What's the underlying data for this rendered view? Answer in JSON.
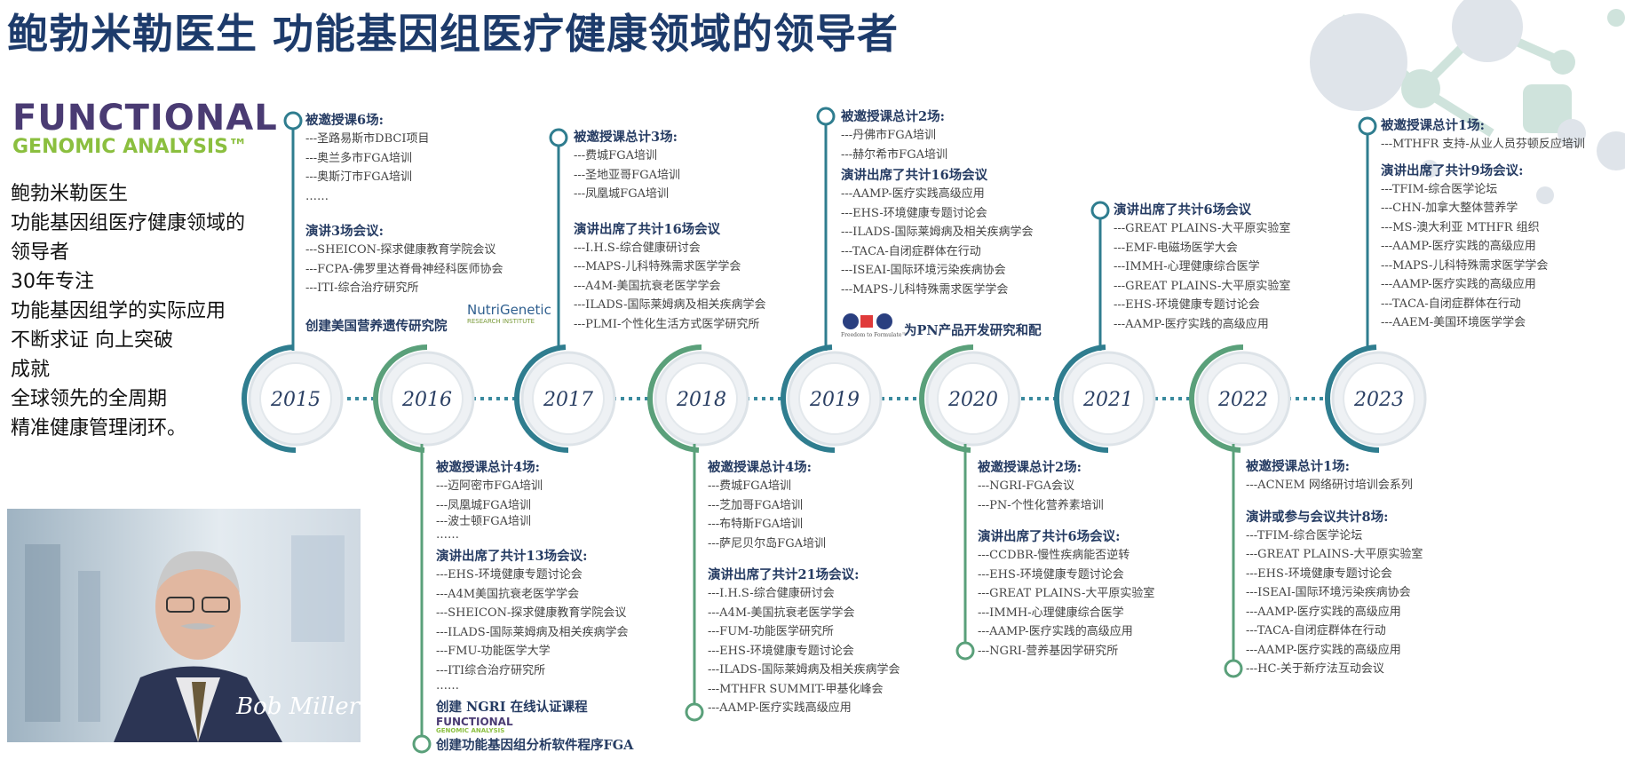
{
  "title": "鲍勃米勒医生 功能基因组医疗健康领域的领导者",
  "logo": {
    "line1": "FUNCTIONAL",
    "line2": "GENOMIC ANALYSIS™"
  },
  "intro": [
    "鲍勃米勒医生",
    "功能基因组医疗健康领域的",
    "领导者",
    "30年专注",
    "功能基因组学的实际应用",
    "不断求证 向上突破",
    "成就",
    "全球领先的全周期",
    "精准健康管理闭环。"
  ],
  "colors": {
    "navy": "#1d3b6b",
    "teal": "#2f7d8f",
    "green": "#5aa07a",
    "bubble": "#dfe4ea"
  },
  "years": [
    "2015",
    "2016",
    "2017",
    "2018",
    "2019",
    "2020",
    "2021",
    "2022",
    "2023"
  ],
  "y2015": {
    "h1": "被邀授课6场:",
    "i1": [
      "---圣路易斯市DBCI项目",
      "---奥兰多市FGA培训",
      "---奥斯汀市FGA培训",
      "……"
    ],
    "h2": "演讲3场会议:",
    "i2": [
      "---SHEICON-探求健康教育学院会议",
      "---FCPA-佛罗里达脊骨神经科医师协会",
      "---ITI-综合治疗研究所"
    ],
    "h3": "创建美国营养遗传研究院",
    "ngri_name": "NutriGenetic",
    "ngri_sub": "RESEARCH INSTITUTE"
  },
  "y2016": {
    "h1": "被邀授课总计4场:",
    "i1": [
      "---迈阿密市FGA培训",
      "---凤凰城FGA培训",
      "---波士顿FGA培训",
      "……"
    ],
    "h2": "演讲出席了共计13场会议:",
    "i2": [
      "---EHS-环境健康专题讨论会",
      "---A4M美国抗衰老医学学会",
      "---SHEICON-探求健康教育学院会议",
      "---ILADS-国际莱姆病及相关疾病学会",
      "---FMU-功能医学大学",
      "---ITI综合治疗研究所",
      "……"
    ],
    "h3": "创建 NGRI 在线认证课程",
    "h4": "创建功能基因组分析软件程序FGA",
    "logo1": "FUNCTIONAL",
    "logo2": "GENOMIC ANALYSIS"
  },
  "y2017": {
    "h1": "被邀授课总计3场:",
    "i1": [
      "---费城FGA培训",
      "---圣地亚哥FGA培训",
      "---凤凰城FGA培训"
    ],
    "h2": "演讲出席了共计16场会议",
    "i2": [
      "---I.H.S-综合健康研讨会",
      "---MAPS-儿科特殊需求医学学会",
      "---A4M-美国抗衰老医学学会",
      "---ILADS-国际莱姆病及相关疾病学会",
      "---PLMI-个性化生活方式医学研究所"
    ]
  },
  "y2018": {
    "h1": "被邀授课总计4场:",
    "i1": [
      "---费城FGA培训",
      "---芝加哥FGA培训",
      "---布特斯FGA培训",
      "---萨尼贝尔岛FGA培训"
    ],
    "h2": "演讲出席了共计21场会议:",
    "i2": [
      "---I.H.S-综合健康研讨会",
      "---A4M-美国抗衰老医学学会",
      "---FUM-功能医学研究所",
      "---EHS-环境健康专题讨论会",
      "---ILADS-国际莱姆病及相关疾病学会",
      "---MTHFR SUMMIT-甲基化峰会",
      "---AAMP-医疗实践高级应用"
    ]
  },
  "y2019": {
    "h1": "被邀授课总计2场:",
    "i1": [
      "---丹佛市FGA培训",
      "---赫尔希市FGA培训"
    ],
    "h2": "演讲出席了共计16场会议",
    "i2": [
      "---AAMP-医疗实践高级应用",
      "---EHS-环境健康专题讨论会",
      "---ILADS-国际莱姆病及相关疾病学会",
      "---TACA-自闭症群体在行动",
      "---ISEAI-国际环境污染疾病协会",
      "---MAPS-儿科特殊需求医学学会"
    ],
    "h3": "为PN产品开发研究和配",
    "pn_logo": "Freedom to Formulate™"
  },
  "y2020": {
    "h1": "被邀授课总计2场:",
    "i1": [
      "---NGRI-FGA会议",
      "---PN-个性化营养素培训"
    ],
    "h2": "演讲出席了共计6场会议:",
    "i2": [
      "---CCDBR-慢性疾病能否逆转",
      "---EHS-环境健康专题讨论会",
      "---GREAT PLAINS-大平原实验室",
      "---IMMH-心理健康综合医学",
      "---AAMP-医疗实践的高级应用",
      "---NGRI-营养基因学研究所"
    ]
  },
  "y2021": {
    "h1": "演讲出席了共计6场会议",
    "i1": [
      "---GREAT PLAINS-大平原实验室",
      "---EMF-电磁场医学大会",
      "---IMMH-心理健康综合医学",
      "---GREAT PLAINS-大平原实验室",
      "---EHS-环境健康专题讨论会",
      "---AAMP-医疗实践的高级应用"
    ]
  },
  "y2022": {
    "h1": "被邀授课总计1场:",
    "i1": [
      "---ACNEM 网络研讨培训会系列"
    ],
    "h2": "演讲或参与会议共计8场:",
    "i2": [
      "---TFIM-综合医学论坛",
      "---GREAT PLAINS-大平原实验室",
      "---EHS-环境健康专题讨论会",
      "---ISEAI-国际环境污染疾病协会",
      "---AAMP-医疗实践的高级应用",
      "---TACA-自闭症群体在行动",
      "---AAMP-医疗实践的高级应用",
      "---HC-关于新疗法互动会议"
    ]
  },
  "y2023": {
    "h1": "被邀授课总计1场:",
    "i1": [
      "---MTHFR 支持-从业人员芬顿反应培训"
    ],
    "h2": "演讲出席了共计9场会议:",
    "i2": [
      "---TFIM-综合医学论坛",
      "---CHN-加拿大整体营养学",
      "---MS-澳大利亚 MTHFR 组织",
      "---AAMP-医疗实践的高级应用",
      "---MAPS-儿科特殊需求医学学会",
      "---AAMP-医疗实践的高级应用",
      "---TACA-自闭症群体在行动",
      "---AAEM-美国环境医学学会"
    ]
  },
  "photo": {
    "signature": "Bob Miller"
  }
}
